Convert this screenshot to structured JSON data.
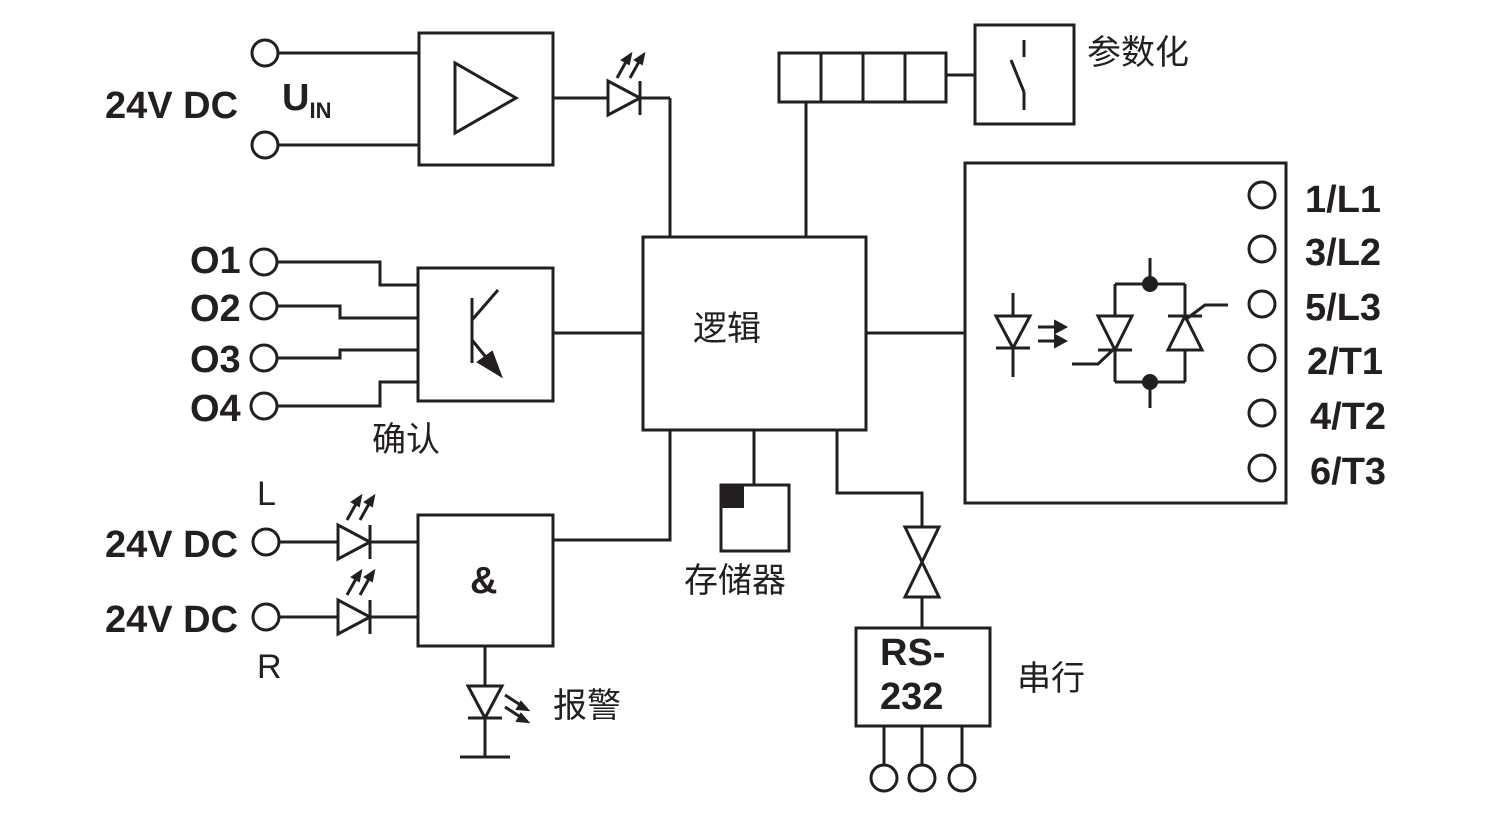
{
  "supply": {
    "voltage_label": "24V DC",
    "uin_main": "U",
    "uin_sub": "IN"
  },
  "inputs": {
    "o1": "O1",
    "o2": "O2",
    "o3": "O3",
    "o4": "O4",
    "ack_label": "确认"
  },
  "parametrize_label": "参数化",
  "logic_label": "逻辑",
  "memory_label": "存储器",
  "alarm": {
    "l_label": "L",
    "r_label": "R",
    "voltage_l": "24V DC",
    "voltage_r": "24V DC",
    "and_label": "&",
    "alarm_label": "报警"
  },
  "serial": {
    "rs_line1": "RS-",
    "rs_line2": "232",
    "serial_label": "串行"
  },
  "outputs": [
    "1/L1",
    "3/L2",
    "5/L3",
    "2/T1",
    "4/T2",
    "6/T3"
  ],
  "colors": {
    "line": "#231f20",
    "background": "#ffffff"
  }
}
